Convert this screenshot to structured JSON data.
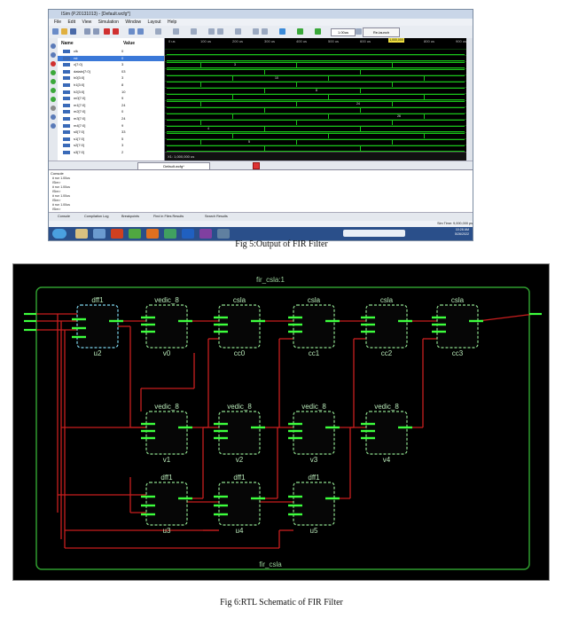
{
  "isim": {
    "title": "ISim (P.20131013)  -  [Default.wcfg*]",
    "menus": [
      "File",
      "Edit",
      "View",
      "Simulation",
      "Window",
      "Layout",
      "Help"
    ],
    "sim_time": "1.00us",
    "relaunch_label": "Re-launch",
    "objects": {
      "name_header": "Name",
      "value_header": "Value",
      "rows": [
        {
          "name": "clk",
          "value": "0"
        },
        {
          "name": "rst",
          "value": "0"
        },
        {
          "name": "x[7:0]",
          "value": "3"
        },
        {
          "name": "datain[7:0]",
          "value": "03"
        },
        {
          "name": "h0[3:0]",
          "value": "3"
        },
        {
          "name": "h1[3:0]",
          "value": "8"
        },
        {
          "name": "h2[3:0]",
          "value": "10"
        },
        {
          "name": "m0[7:0]",
          "value": "9"
        },
        {
          "name": "m1[7:0]",
          "value": "24"
        },
        {
          "name": "m2[7:0]",
          "value": "0"
        },
        {
          "name": "m3[7:0]",
          "value": "24"
        },
        {
          "name": "m4[7:0]",
          "value": "9"
        },
        {
          "name": "s0[7:0]",
          "value": "33"
        },
        {
          "name": "s1[7:0]",
          "value": "5"
        },
        {
          "name": "s2[7:0]",
          "value": "3"
        },
        {
          "name": "s3[7:0]",
          "value": "2"
        }
      ]
    },
    "wave": {
      "time_ticks": [
        "0 us",
        "100 us",
        "200 us",
        "300 us",
        "400 us",
        "500 us",
        "600 us",
        "700 us",
        "800 us",
        "900 us"
      ],
      "cursor_label": "1,000,000 us",
      "status": "X1: 1,000,000 us",
      "values": [
        "3",
        "10",
        "8",
        "24",
        "26",
        "4",
        "5",
        "12",
        "7",
        "21",
        "24",
        "20"
      ]
    },
    "doc_tab": "Default.wcfg*",
    "console": {
      "header": "Console",
      "lines": [
        "# run 1.00us",
        "ISim>",
        "# run 1.00us",
        "ISim>",
        "# run 1.00us",
        "ISim>",
        "# run 1.00us",
        "ISim>"
      ]
    },
    "bottom_tabs": [
      "Console",
      "Compilation Log",
      "Breakpoints",
      "Find in Files Results",
      "Search Results"
    ],
    "sim_time_status": "Sim Time: 9,000,000 ps",
    "clock": {
      "time": "10:28 AM",
      "date": "5/26/2022"
    }
  },
  "caption1": "Fig 5:Output of FIR Filter",
  "rtl": {
    "top_label": "fir_csla:1",
    "bottom_label": "fir_csla",
    "blocks": [
      {
        "type": "dff1",
        "inst": "u2"
      },
      {
        "type": "vedic_8",
        "inst": "v0"
      },
      {
        "type": "csla",
        "inst": "cc0"
      },
      {
        "type": "csla",
        "inst": "cc1"
      },
      {
        "type": "csla",
        "inst": "cc2"
      },
      {
        "type": "csla",
        "inst": "cc3"
      },
      {
        "type": "vedic_8",
        "inst": "v1"
      },
      {
        "type": "vedic_8",
        "inst": "v2"
      },
      {
        "type": "vedic_8",
        "inst": "v3"
      },
      {
        "type": "vedic_8",
        "inst": "v4"
      },
      {
        "type": "dff1",
        "inst": "u3"
      },
      {
        "type": "dff1",
        "inst": "u4"
      },
      {
        "type": "dff1",
        "inst": "u5"
      }
    ]
  },
  "caption2": "Fig 6:RTL Schematic of FIR Filter",
  "colors": {
    "wave_green": "#19c419",
    "net_red": "#c81e1e",
    "pin_green": "#3dff3d",
    "frame_green": "#2f9c2f"
  }
}
